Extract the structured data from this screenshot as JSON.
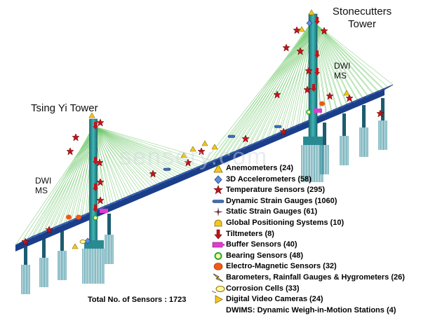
{
  "towers": {
    "stonecutters_line1": "Stonecutters",
    "stonecutters_line2": "Tower",
    "tsing_yi": "Tsing Yi Tower"
  },
  "dwi_labels": [
    {
      "line1": "DWI",
      "line2": "MS"
    },
    {
      "line1": "DWI",
      "line2": "MS"
    }
  ],
  "legend": [
    {
      "icon": "triangle-icon",
      "color": "#f2c81e",
      "label": "Anemometers",
      "count": "(24)"
    },
    {
      "icon": "diamond-icon",
      "color": "#5b8ee0",
      "label": "3D Accelerometers",
      "count": "(58)"
    },
    {
      "icon": "star-icon",
      "color": "#c4141b",
      "label": "Temperature Sensors",
      "count": "(295)"
    },
    {
      "icon": "capsule-icon",
      "color": "#3d6fb6",
      "label": "Dynamic Strain Gauges",
      "count": "(1060)"
    },
    {
      "icon": "four-point-star-icon",
      "color": "#6a2a3a",
      "label": "Static Strain Gauges",
      "count": "(61)"
    },
    {
      "icon": "dome-icon",
      "color": "#f2c81e",
      "label": "Global Positioning Systems",
      "count": "(10)"
    },
    {
      "icon": "arrow-down-icon",
      "color": "#c4141b",
      "label": "Tiltmeters",
      "count": "(8)"
    },
    {
      "icon": "buffer-icon",
      "color": "#e23bd0",
      "label": "Buffer Sensors",
      "count": "(40)"
    },
    {
      "icon": "ring-icon",
      "color": "#22a832",
      "label": "Bearing Sensors",
      "count": "(48)"
    },
    {
      "icon": "ellipse-icon",
      "color": "#f05a14",
      "label": "Electro-Magnetic Sensors",
      "count": "(32)"
    },
    {
      "icon": "lightning-icon",
      "color": "#f2c81e",
      "label": "Barometers, Rainfall Gauges & Hygrometers",
      "count": "(26)"
    },
    {
      "icon": "corrosion-cell-icon",
      "color": "#f2c81e",
      "label": "Corrosion Cells",
      "count": "(33)"
    },
    {
      "icon": "camera-icon",
      "color": "#f2c81e",
      "label": "Digital Video Cameras",
      "count": "(24)"
    },
    {
      "icon": "",
      "color": "",
      "label": "DWIMS: Dynamic Weigh-in-Motion Stations",
      "count": "(4)"
    }
  ],
  "total": "Total No. of Sensors : 1723",
  "watermark": "sensory.com"
}
